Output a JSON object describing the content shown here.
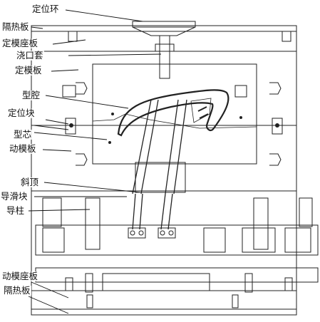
{
  "labels": {
    "locating_ring": "定位环",
    "heat_insulation_top": "隔热板",
    "fixed_clamp_plate": "定模座板",
    "sprue_bushing": "浇口套",
    "fixed_plate": "定模板",
    "cavity": "型腔",
    "locating_block": "定位块",
    "core": "型芯",
    "moving_plate": "动模板",
    "lifter": "斜顶",
    "guide_slide_block": "导滑块",
    "guide_pillar": "导柱",
    "moving_clamp_plate": "动模座板",
    "heat_insulation_bottom": "隔热板"
  }
}
